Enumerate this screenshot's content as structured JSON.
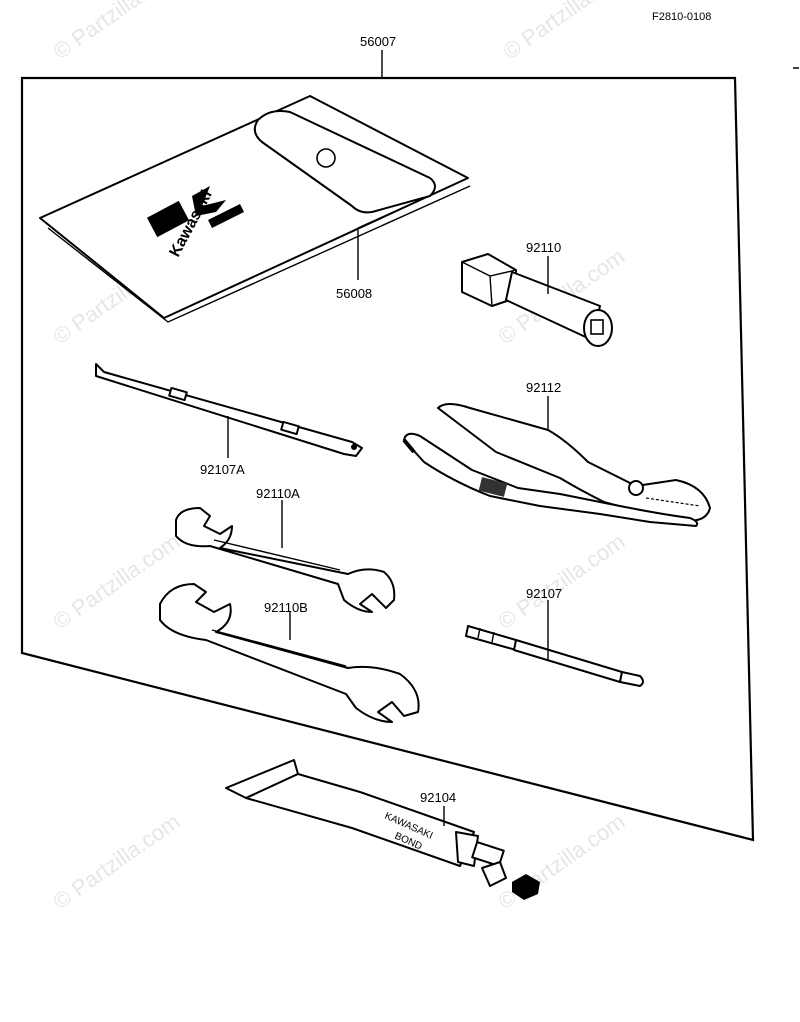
{
  "diagram": {
    "ref_code": "F2810-0108",
    "watermark": "© Partzilla.com",
    "brand_text": "Kawasaki",
    "tube_text_1": "KAWASAKI",
    "tube_text_2": "BOND",
    "parts": [
      {
        "key": "kit",
        "number": "56007"
      },
      {
        "key": "pouch",
        "number": "56008"
      },
      {
        "key": "plug_wrench",
        "number": "92110"
      },
      {
        "key": "driver_handle",
        "number": "92107A"
      },
      {
        "key": "pliers",
        "number": "92112"
      },
      {
        "key": "wrench_a",
        "number": "92110A"
      },
      {
        "key": "wrench_b",
        "number": "92110B"
      },
      {
        "key": "screwdriver",
        "number": "92107"
      },
      {
        "key": "bond_tube",
        "number": "92104"
      }
    ]
  }
}
